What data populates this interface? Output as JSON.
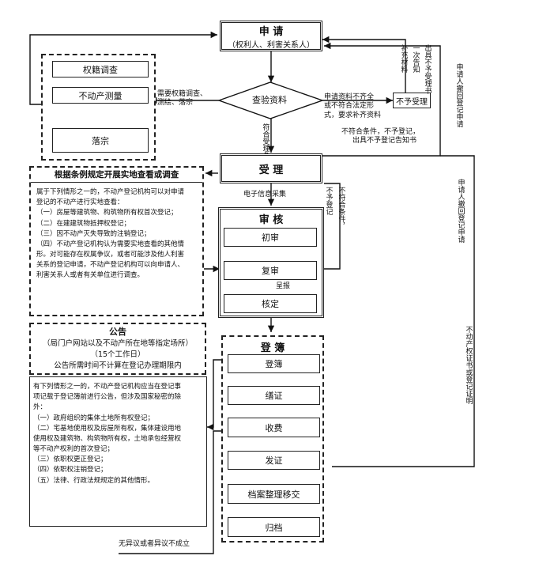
{
  "apply": {
    "title": "申 请",
    "sub": "（权利人、利害关系人）"
  },
  "investigate": {
    "items": [
      "权籍调查",
      "不动产测量",
      "落宗"
    ]
  },
  "diamond": "查验资料",
  "label_need_survey": [
    "需要权籍调查、",
    "测绘、落宗"
  ],
  "label_incomplete": [
    "申请资料不齐全",
    "或不符合法定形",
    "式，要求补齐资料"
  ],
  "reject": "不予受理",
  "vertical_notes": {
    "supplement": "补充材料",
    "onetime": "一次告知",
    "reject_notice": "出具不予受理书",
    "conform": "符合受理条件",
    "no_register": "不予登记",
    "not_conform": "不符合条件，",
    "withdraw1": "申请人撤回登记申请",
    "withdraw2": "申请人撤回登记申请",
    "issue_cert": "不动产权证书或登记证明"
  },
  "label_not_conform_reg": [
    "不符合条件，不予登记，",
    "出具不予登记告知书"
  ],
  "accept": "受 理",
  "label_scan": "电子信息采集",
  "review": {
    "title": "审 核",
    "steps": [
      "初审",
      "复审",
      "核定"
    ],
    "report": "呈报"
  },
  "onsite": {
    "title": "根据条例规定开展实地查看或调查",
    "lines": [
      "属于下列情形之一的，不动产登记机构可以对申请",
      "登记的不动产进行实地查看：",
      "（一）房屋等建筑物、构筑物所有权首次登记；",
      "（二）在建建筑物抵押权登记；",
      "（三）因不动产灭失导致的注销登记；",
      "（四）不动产登记机构认为需要实地查看的其他情",
      "形。对可能存在权属争议，或者可能涉及他人利害",
      "关系的登记申请，不动产登记机构可以向申请人、",
      "利害关系人或者有关单位进行调查。"
    ]
  },
  "notice": {
    "title": "公告",
    "lines": [
      "（局门户网站以及不动产所在地等指定场所）",
      "（15个工作日）",
      "公告所需时间不计算在登记办理期限内"
    ]
  },
  "notice_cases": {
    "lines": [
      "有下列情形之一的，不动产登记机构应当在登记事",
      "项记载于登记簿前进行公告，但涉及国家秘密的除",
      "外：",
      "（一）政府组织的集体土地所有权登记；",
      "（二）宅基地使用权及房屋所有权，集体建设用地",
      "使用权及建筑物、构筑物所有权，土地承包经营权",
      "等不动产权利的首次登记；",
      "（三）依职权更正登记；",
      "（四）依职权注销登记；",
      "（五）法律、行政法规规定的其他情形。"
    ]
  },
  "label_no_objection": "无异议或者异议不成立",
  "register": {
    "title": "登 簿",
    "steps": [
      "登簿",
      "缮证",
      "收费",
      "发证",
      "档案整理移交",
      "归档"
    ]
  }
}
